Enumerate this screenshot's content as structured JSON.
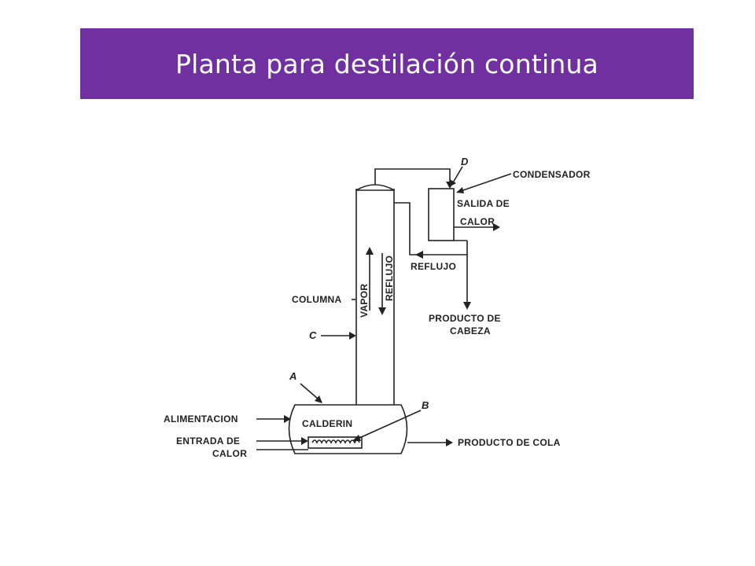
{
  "title": "Planta para destilación continua",
  "labels": {
    "condensador": "CONDENSADOR",
    "salida_de": "SALIDA DE",
    "calor_top": "CALOR",
    "reflujo_side": "REFLUJO",
    "producto_de": "PRODUCTO DE",
    "cabeza": "CABEZA",
    "columna": "COLUMNA",
    "vapor": "VAPOR",
    "reflujo_inside": "REFLUJO",
    "calderin": "CALDERIN",
    "alimentacion": "ALIMENTACION",
    "entrada_de": "ENTRADA DE",
    "calor_bottom": "CALOR",
    "producto_de_cola": "PRODUCTO DE COLA",
    "letter_a": "A",
    "letter_b": "B",
    "letter_c": "C",
    "letter_d": "D"
  },
  "colors": {
    "title_bar": "#7030a0",
    "title_text": "#ffffff",
    "ink": "#222222"
  }
}
